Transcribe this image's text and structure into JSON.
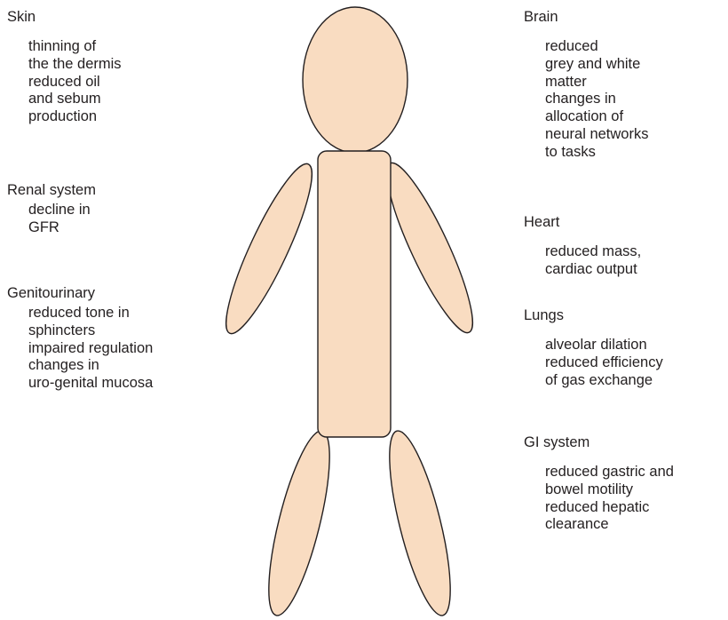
{
  "figure": {
    "fill": "#f9dcc1",
    "stroke": "#231f20"
  },
  "left": [
    {
      "heading": "Skin",
      "lines": [
        "thinning of",
        "the the dermis",
        "reduced oil",
        "and sebum",
        "production"
      ]
    },
    {
      "heading": "Renal system",
      "lines": [
        "decline in",
        "GFR"
      ]
    },
    {
      "heading": "Genitourinary",
      "lines": [
        "reduced tone in",
        "sphincters",
        "impaired regulation",
        "changes in",
        "uro-genital mucosa"
      ]
    }
  ],
  "right": [
    {
      "heading": "Brain",
      "lines": [
        "reduced",
        "grey and white",
        "matter",
        "changes in",
        "allocation of",
        "neural networks",
        "to tasks"
      ]
    },
    {
      "heading": "Heart",
      "lines": [
        "reduced mass,",
        "cardiac output"
      ]
    },
    {
      "heading": "Lungs",
      "lines": [
        "alveolar dilation",
        "reduced efficiency",
        "of gas exchange"
      ]
    },
    {
      "heading": "GI system",
      "lines": [
        "reduced gastric and",
        "bowel motility",
        "reduced hepatic",
        "clearance"
      ]
    }
  ]
}
